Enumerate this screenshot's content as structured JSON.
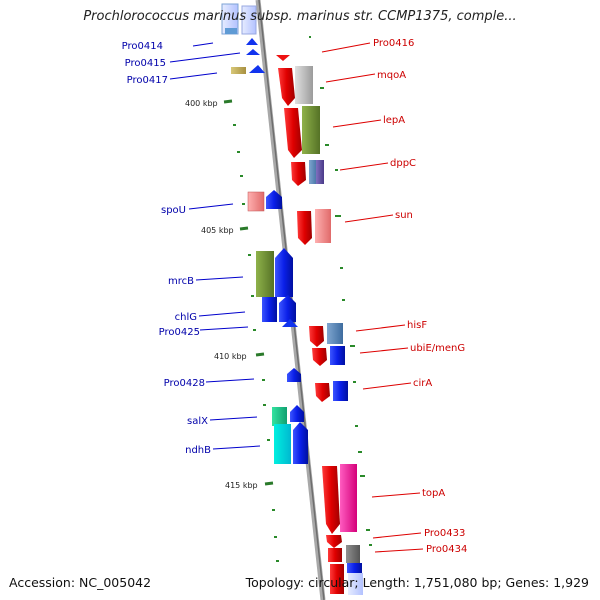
{
  "title": "Prochlorococcus marinus subsp. marinus str. CCMP1375, comple...",
  "footer": {
    "accession": "Accession: NC_005042",
    "summary": "Topology: circular; Length: 1,751,080 bp; Genes: 1,929"
  },
  "ticks": [
    "400 kbp",
    "405 kbp",
    "410 kbp",
    "415 kbp"
  ],
  "left_genes": [
    "Pro0414",
    "Pro0415",
    "Pro0417",
    "spoU",
    "mrcB",
    "chlG",
    "Pro0425",
    "Pro0428",
    "salX",
    "ndhB"
  ],
  "right_genes": [
    "Pro0416",
    "mqoA",
    "lepA",
    "dppC",
    "sun",
    "hisF",
    "ubiE/menG",
    "cirA",
    "topA",
    "Pro0433",
    "Pro0434"
  ],
  "colors": {
    "reverse_strand": "#ee1111",
    "forward_strand": "#1133ee",
    "left_label": "#0000aa",
    "right_label": "#cc0000",
    "backbone": "#909090",
    "tick": "#2a7a2a"
  }
}
